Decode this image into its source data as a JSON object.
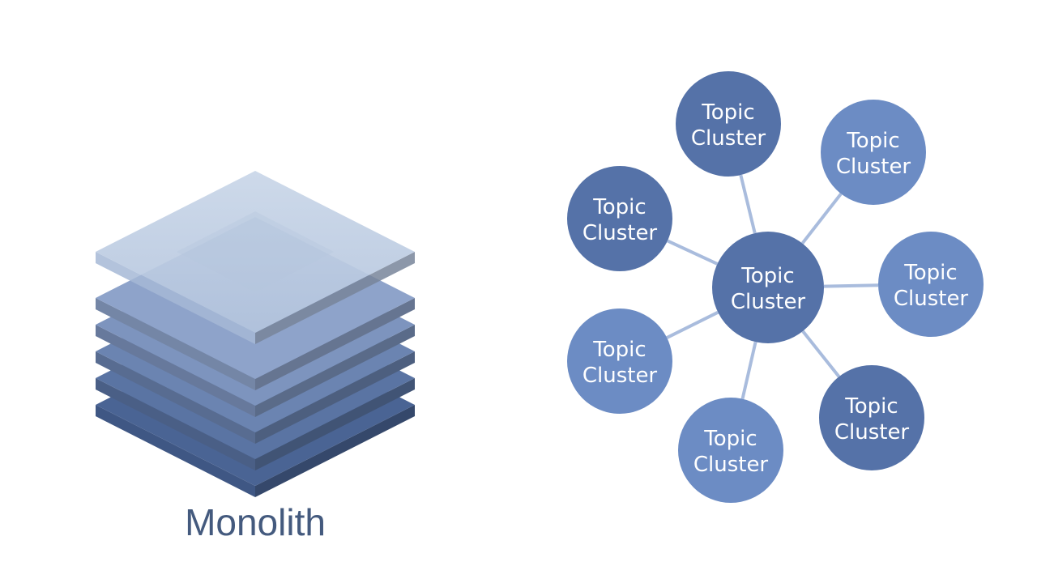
{
  "monolith": {
    "label": "Monolith",
    "layer_count": 6,
    "colors": {
      "top_layer": "#c6d3e6",
      "top_layer_inner": "#b5c6de",
      "layer_light": "#9fb4d4",
      "layer_dark": "#4a6494",
      "side_dark": "#3f5784"
    }
  },
  "cluster": {
    "center": {
      "label_line1": "Topic",
      "label_line2": "Cluster"
    },
    "satellites": [
      {
        "label_line1": "Topic",
        "label_line2": "Cluster"
      },
      {
        "label_line1": "Topic",
        "label_line2": "Cluster"
      },
      {
        "label_line1": "Topic",
        "label_line2": "Cluster"
      },
      {
        "label_line1": "Topic",
        "label_line2": "Cluster"
      },
      {
        "label_line1": "Topic",
        "label_line2": "Cluster"
      },
      {
        "label_line1": "Topic",
        "label_line2": "Cluster"
      },
      {
        "label_line1": "Topic",
        "label_line2": "Cluster"
      }
    ],
    "colors": {
      "node_dark": "#5572a8",
      "node_light": "#6c8cc4",
      "connector": "#a9bcdd",
      "text": "#ffffff"
    }
  }
}
